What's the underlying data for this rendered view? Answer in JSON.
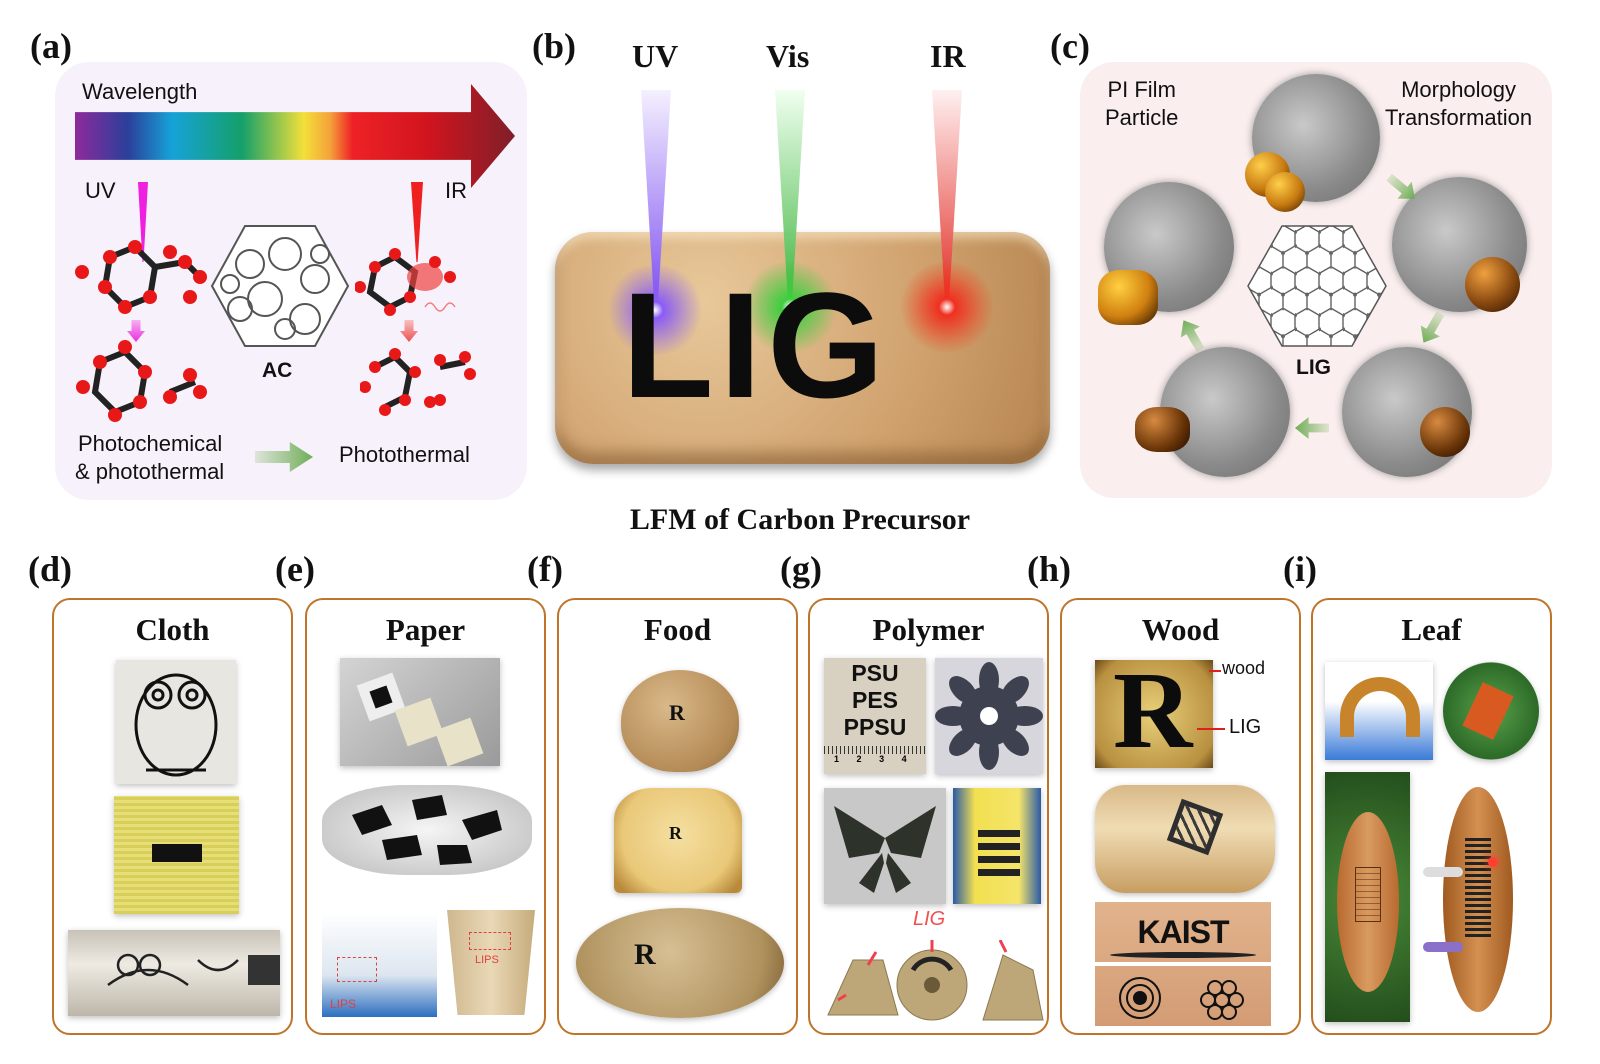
{
  "panel_labels": {
    "a": "(a)",
    "b": "(b)",
    "c": "(c)",
    "d": "(d)",
    "e": "(e)",
    "f": "(f)",
    "g": "(g)",
    "h": "(h)",
    "i": "(i)"
  },
  "panel_a": {
    "wavelength": "Wavelength",
    "uv": "UV",
    "ir": "IR",
    "ac": "AC",
    "photochemical": "Photochemical",
    "photothermal_amp": "& photothermal",
    "photothermal": "Photothermal"
  },
  "panel_b": {
    "uv": "UV",
    "vis": "Vis",
    "ir": "IR",
    "lig": "LIG",
    "colors": {
      "uv": "#7b4cf0",
      "vis": "#37b237",
      "ir": "#e0241c"
    }
  },
  "panel_c": {
    "pi_film_particle": "PI Film Particle",
    "pi_line1": "PI Film",
    "pi_line2": "Particle",
    "morph_line1": "Morphology",
    "morph_line2": "Transformation",
    "lig": "LIG"
  },
  "center_title": "LFM of Carbon Precursor",
  "categories": [
    {
      "id": "cloth",
      "title": "Cloth"
    },
    {
      "id": "paper",
      "title": "Paper",
      "lips_1": "LIPS",
      "lips_2": "LIPS"
    },
    {
      "id": "food",
      "title": "Food",
      "mark": "R"
    },
    {
      "id": "polymer",
      "title": "Polymer",
      "labels": [
        "PSU",
        "PES",
        "PPSU"
      ],
      "ruler": [
        "1",
        "2",
        "3",
        "4"
      ],
      "lig": "LIG"
    },
    {
      "id": "wood",
      "title": "Wood",
      "wood_label": "wood",
      "lig_label": "LIG",
      "kaist": "KAIST",
      "mark": "R"
    },
    {
      "id": "leaf",
      "title": "Leaf"
    }
  ],
  "accent": "#c0742a"
}
